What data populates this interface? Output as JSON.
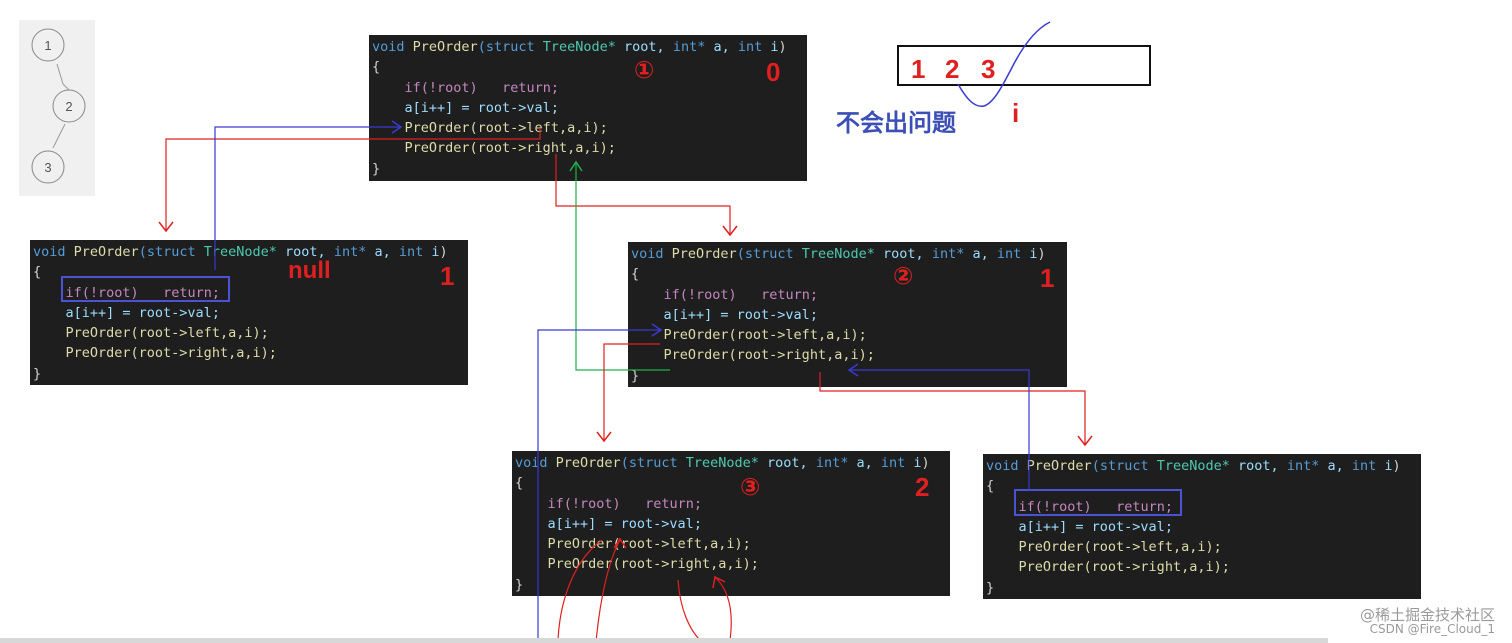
{
  "tree": {
    "nodes": [
      "1",
      "2",
      "3"
    ]
  },
  "code": {
    "signature": {
      "void": "void",
      "name": "PreOrder",
      "paren_struct": "(struct",
      "type_name": "TreeNode*",
      "root": "root,",
      "int": "int*",
      "a": "a,",
      "int2": "int",
      "i": "i",
      "close": ")"
    },
    "open_brace": "{",
    "close_brace": "}",
    "line_if": "if(!root)",
    "line_return": "return;",
    "line_assign": "a[i++] = root->val;",
    "line_left": "PreOrder(root->left,a,i);",
    "line_right": "PreOrder(root->right,a,i);"
  },
  "blocks": [
    {
      "id": "main",
      "circled": "①",
      "i_value": "0"
    },
    {
      "id": "left-null",
      "status": "null",
      "i_value": "1"
    },
    {
      "id": "node-2",
      "circled": "②",
      "i_value": "1"
    },
    {
      "id": "node-3",
      "circled": "③",
      "i_value": "2"
    },
    {
      "id": "right-null",
      "i_value": ""
    }
  ],
  "output": {
    "values": [
      "1",
      "2",
      "3"
    ],
    "index_label": "i"
  },
  "note": "不会出问题",
  "watermark": {
    "line1": "@稀土掘金技术社区",
    "line2": "CSDN @Fire_Cloud_1"
  },
  "colors": {
    "call_arrow": "#e02020",
    "return_arrow": "#3a3ad0",
    "back_arrow": "#22b04a",
    "code_bg": "#1e1e1e"
  }
}
